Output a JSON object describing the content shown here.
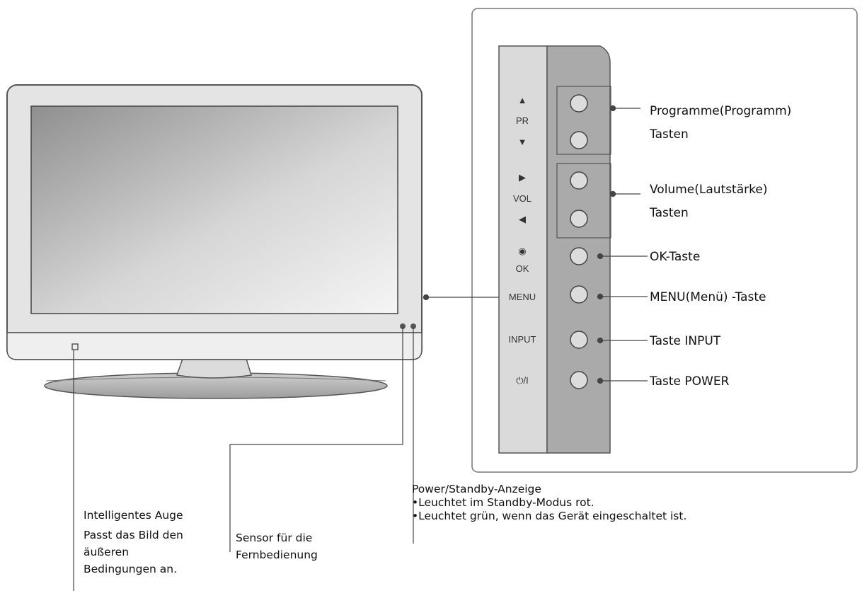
{
  "side_panel": {
    "key_labels": {
      "pr_up": "▲",
      "pr": "PR",
      "pr_down": "▼",
      "vol_right": "▶",
      "vol": "VOL",
      "vol_left": "◀",
      "ok_symbol": "◉",
      "ok": "OK",
      "menu": "MENU",
      "input": "INPUT",
      "power": "⏻/I"
    },
    "callouts": {
      "programme_line1": "Programme(Programm)",
      "programme_line2": "Tasten",
      "volume_line1": "Volume(Lautstärke)",
      "volume_line2": "Tasten",
      "ok_key": "OK-Taste",
      "menu_key": "MENU(Menü) -Taste",
      "input_key": "Taste INPUT",
      "power_key": "Taste POWER"
    }
  },
  "bottom": {
    "power_indicator_title": "Power/Standby-Anzeige",
    "power_indicator_bullets": [
      "Leuchtet im Standby-Modus rot.",
      "Leuchtet grün, wenn das Gerät eingeschaltet ist."
    ],
    "remote_sensor_line1": "Sensor für die",
    "remote_sensor_line2": "Fernbedienung",
    "intelligent_eye_line1": "Intelligentes Auge",
    "intelligent_eye_line2": "Passt das Bild den",
    "intelligent_eye_line3": "äußeren",
    "intelligent_eye_line4": "Bedingungen an."
  },
  "colors": {
    "bezel": "#e3e3e3",
    "screen_dark": "#9a9a9a",
    "screen_light": "#f4f4f4",
    "panel_front": "#d9d9d9",
    "panel_side": "#a9a9a9",
    "outline": "#555555"
  }
}
